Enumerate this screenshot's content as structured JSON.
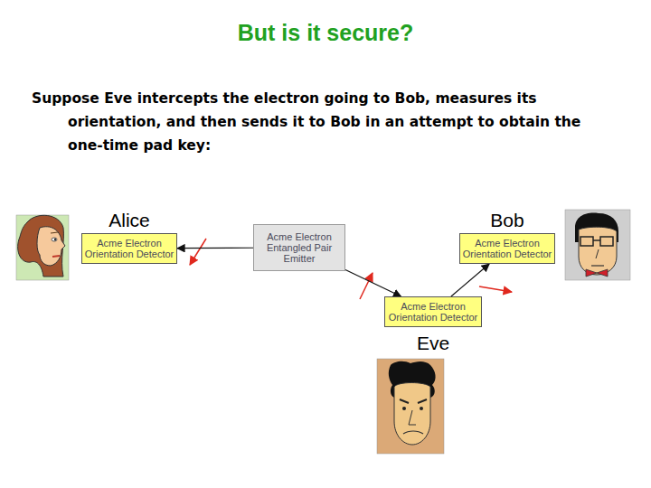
{
  "diagram": {
    "title": "But is it secure?",
    "nodes": [
      {
        "text": [
          "Alice",
          "Acme Electron Orientation Detector"
        ]
      },
      {
        "text": [
          "Acme Electron Entangled Pair Emitter"
        ]
      },
      {
        "text": [
          "Bob",
          "Acme Electron Orientation Detector"
        ]
      },
      {
        "text": [
          "Acme Electron Orientation Detector",
          "Eve"
        ]
      }
    ],
    "edges": [
      {
        "from": 1,
        "to": 0,
        "arrow": "to"
      },
      {
        "from": 1,
        "to": 3,
        "arrow": "to"
      },
      {
        "from": 3,
        "to": 2,
        "arrow": "to"
      }
    ],
    "labels": [
      "Suppose Eve intercepts the electron going to Bob, measures its orientation, and then sends it to Bob in an attempt to obtain the one-time pad key:"
    ]
  }
}
